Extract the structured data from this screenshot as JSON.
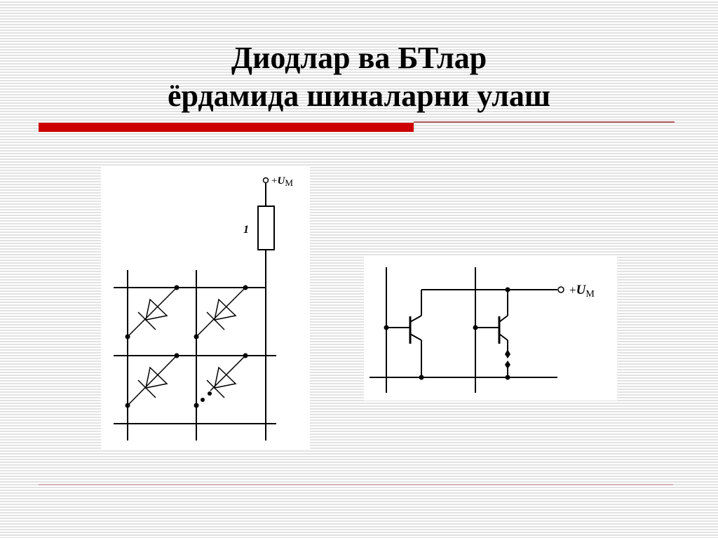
{
  "slide": {
    "title_line1": "Диодлар ва БТлар",
    "title_line2": "ёрдамида шиналарни улаш",
    "accent_color": "#cc0000"
  },
  "diagram_diode": {
    "supply_label_plus": "+",
    "supply_label_u": "U",
    "supply_label_sub": "M",
    "resistor_label": "1"
  },
  "diagram_transistor": {
    "supply_label_plus": "+",
    "supply_label_u": "U",
    "supply_label_sub": "M"
  }
}
